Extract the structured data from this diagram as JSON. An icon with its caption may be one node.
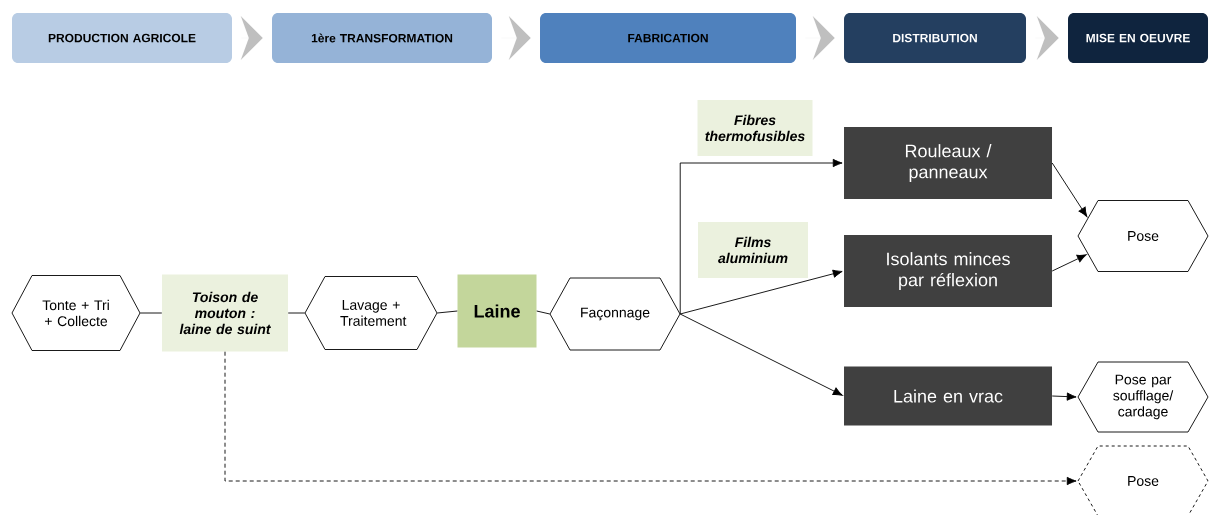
{
  "diagram": {
    "nodes": [
      {
        "text": [
          "PRODUCTION AGRICOLE"
        ]
      },
      {
        "text": [
          "1ère TRANSFORMATION"
        ]
      },
      {
        "text": [
          "FABRICATION"
        ]
      },
      {
        "text": [
          "DISTRIBUTION"
        ]
      },
      {
        "text": [
          "MISE EN OEUVRE"
        ]
      },
      {
        "text": [
          "Tonte + Tri + Collecte"
        ]
      },
      {
        "text": [
          "Toison de mouton : laine de suint"
        ]
      },
      {
        "text": [
          "Lavage + Traitement"
        ]
      },
      {
        "text": [
          "Laine"
        ]
      },
      {
        "text": [
          "Façonnage"
        ]
      },
      {
        "text": [
          "Fibres thermofusibles"
        ]
      },
      {
        "text": [
          "Rouleaux / panneaux"
        ]
      },
      {
        "text": [
          "Films aluminium"
        ]
      },
      {
        "text": [
          "Isolants minces par réflexion"
        ]
      },
      {
        "text": [
          "Laine en vrac"
        ]
      },
      {
        "text": [
          "Pose"
        ]
      },
      {
        "text": [
          "Pose par soufflage/ cardage"
        ]
      },
      {
        "text": [
          "Pose"
        ]
      }
    ],
    "edges": [
      {
        "from": 0,
        "to": 1,
        "arrow": "to"
      },
      {
        "from": 1,
        "to": 2,
        "arrow": "to"
      },
      {
        "from": 2,
        "to": 3,
        "arrow": "to"
      },
      {
        "from": 3,
        "to": 4,
        "arrow": "to"
      },
      {
        "from": 5,
        "to": 6,
        "arrow": "none"
      },
      {
        "from": 6,
        "to": 7,
        "arrow": "none"
      },
      {
        "from": 7,
        "to": 8,
        "arrow": "none"
      },
      {
        "from": 8,
        "to": 9,
        "arrow": "none"
      },
      {
        "from": 9,
        "to": 11,
        "arrow": "to"
      },
      {
        "from": 9,
        "to": 13,
        "arrow": "to"
      },
      {
        "from": 9,
        "to": 14,
        "arrow": "to"
      },
      {
        "from": 11,
        "to": 15,
        "arrow": "to"
      },
      {
        "from": 13,
        "to": 15,
        "arrow": "to"
      },
      {
        "from": 14,
        "to": 16,
        "arrow": "to"
      },
      {
        "from": 6,
        "to": 17,
        "arrow": "to",
        "style": "dashed"
      }
    ]
  }
}
